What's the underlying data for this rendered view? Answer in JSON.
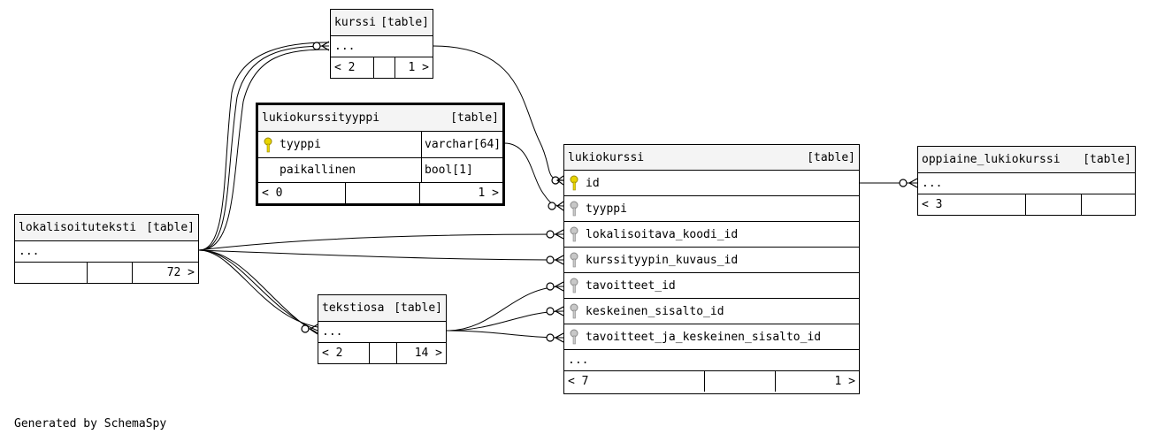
{
  "tables": {
    "kurssi": {
      "name": "kurssi",
      "tag": "[table]",
      "row": "...",
      "left_count": "< 2",
      "right_count": "1 >"
    },
    "lukiokurssityyppi": {
      "name": "lukiokurssityyppi",
      "tag": "[table]",
      "columns": [
        {
          "name": "tyyppi",
          "type": "varchar[64]",
          "key": "primary"
        },
        {
          "name": "paikallinen",
          "type": "bool[1]",
          "key": "none"
        }
      ],
      "left_count": "< 0",
      "right_count": "1 >"
    },
    "lukiokurssi": {
      "name": "lukiokurssi",
      "tag": "[table]",
      "columns": [
        {
          "name": "id",
          "key": "primary"
        },
        {
          "name": "tyyppi",
          "key": "foreign"
        },
        {
          "name": "lokalisoitava_koodi_id",
          "key": "foreign"
        },
        {
          "name": "kurssityypin_kuvaus_id",
          "key": "foreign"
        },
        {
          "name": "tavoitteet_id",
          "key": "foreign"
        },
        {
          "name": "keskeinen_sisalto_id",
          "key": "foreign"
        },
        {
          "name": "tavoitteet_ja_keskeinen_sisalto_id",
          "key": "foreign"
        }
      ],
      "more": "...",
      "left_count": "< 7",
      "right_count": "1 >"
    },
    "oppiaine_lukiokurssi": {
      "name": "oppiaine_lukiokurssi",
      "tag": "[table]",
      "row": "...",
      "left_count": "< 3"
    },
    "lokalisoituteksti": {
      "name": "lokalisoituteksti",
      "tag": "[table]",
      "row": "...",
      "right_count": "72 >"
    },
    "tekstiosa": {
      "name": "tekstiosa",
      "tag": "[table]",
      "row": "...",
      "left_count": "< 2",
      "right_count": "14 >"
    }
  },
  "colors": {
    "primary_key": "#e8d400",
    "foreign_key": "#b0b0b0",
    "header_bg": "#f4f4f4"
  },
  "footer": "Generated by SchemaSpy"
}
